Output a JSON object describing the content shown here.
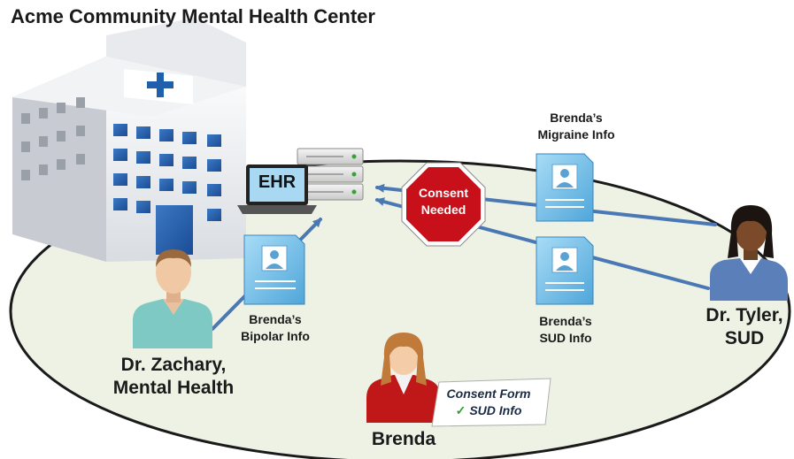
{
  "title": "Acme Community Mental Health Center",
  "ehr": {
    "label": "EHR"
  },
  "consent_sign": {
    "line1": "Consent",
    "line2": "Needed"
  },
  "records": {
    "migraine": {
      "line1": "Brenda’s",
      "line2": "Migraine Info"
    },
    "bipolar": {
      "line1": "Brenda’s",
      "line2": "Bipolar Info"
    },
    "sud": {
      "line1": "Brenda’s",
      "line2": "SUD Info"
    }
  },
  "people": {
    "zachary": {
      "line1": "Dr. Zachary,",
      "line2": "Mental Health"
    },
    "tyler": {
      "line1": "Dr. Tyler,",
      "line2": "SUD"
    },
    "brenda": {
      "name": "Brenda"
    }
  },
  "consent_form": {
    "line1": "Consent Form",
    "check": "✓",
    "line2": "SUD Info"
  },
  "icons": [
    "hospital-building-icon",
    "server-rack-icon",
    "laptop-icon",
    "stop-sign-icon",
    "patient-record-icon",
    "doctor-avatar-icon",
    "patient-avatar-icon",
    "check-icon"
  ],
  "colors": {
    "ellipse_fill": "#eef2e4",
    "arrow": "#4a78b5",
    "stop_sign": "#c8101a",
    "record": "#7cc4ec"
  }
}
